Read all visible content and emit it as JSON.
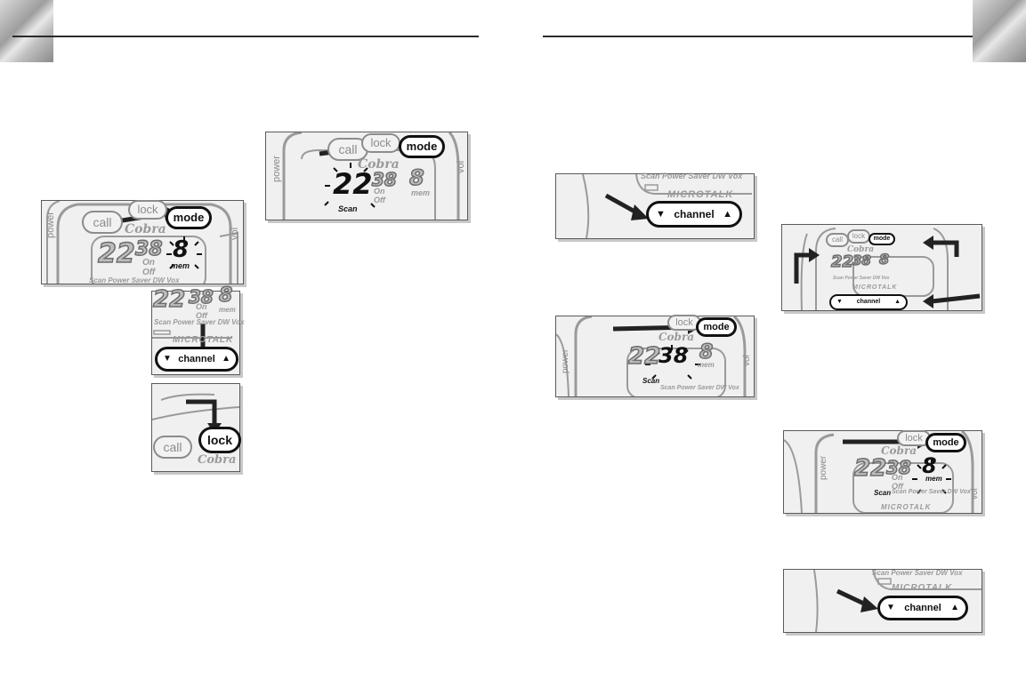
{
  "buttons": {
    "call": "call",
    "lock": "lock",
    "mode": "mode",
    "channel": "channel",
    "power": "power",
    "vol": "vol"
  },
  "brand": {
    "cobra": "Cobra",
    "microtalk": "MICROTALK"
  },
  "lcd": {
    "channel": "22",
    "code": "38",
    "memory": "8",
    "mem": "mem",
    "on": "On",
    "off": "Off",
    "scan": "Scan",
    "status_row": "Scan Power Saver DW Vox"
  },
  "symbols": {
    "down": "▼",
    "up": "▲"
  },
  "colors": {
    "rule": "#2b2b2b",
    "panel_bg": "#f0f0f0",
    "device_grey": "#9a9a9a",
    "ink": "#111111"
  }
}
